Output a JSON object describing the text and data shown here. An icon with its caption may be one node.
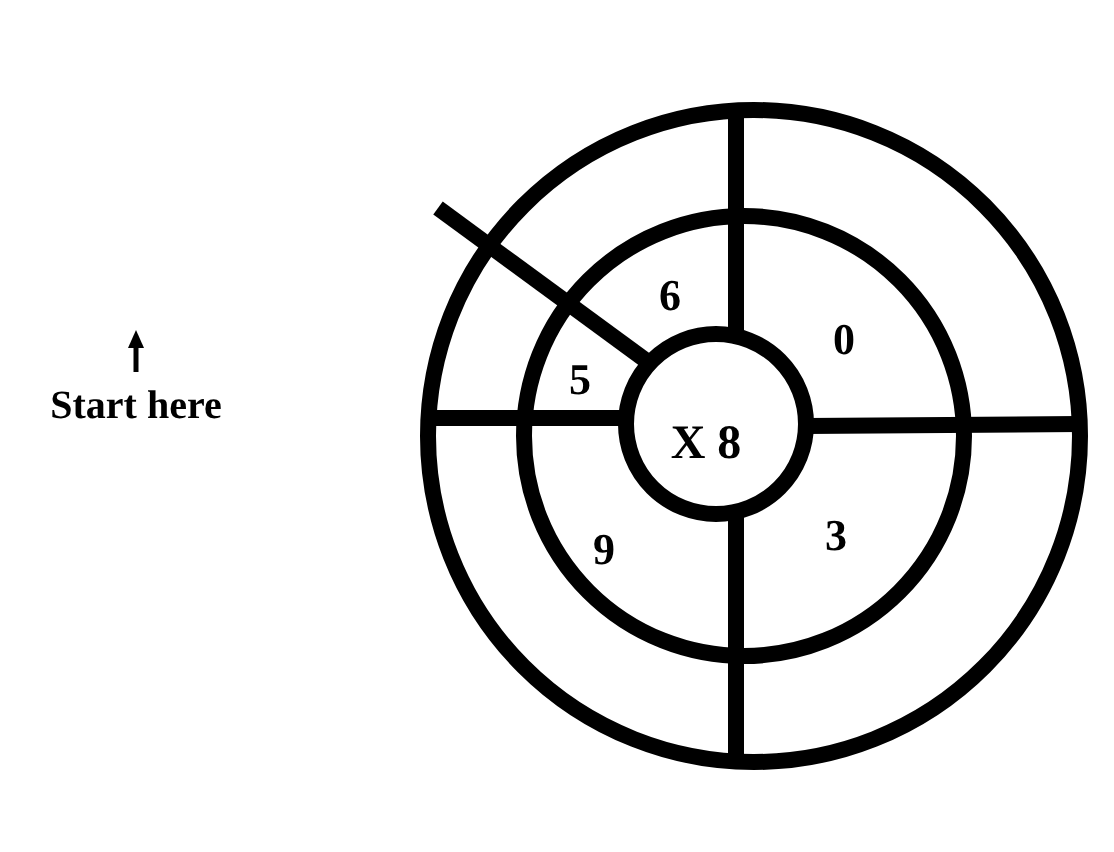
{
  "diagram": {
    "labels": [
      "6",
      "0",
      "5",
      "Start here",
      "X 8",
      "3",
      "9"
    ]
  }
}
